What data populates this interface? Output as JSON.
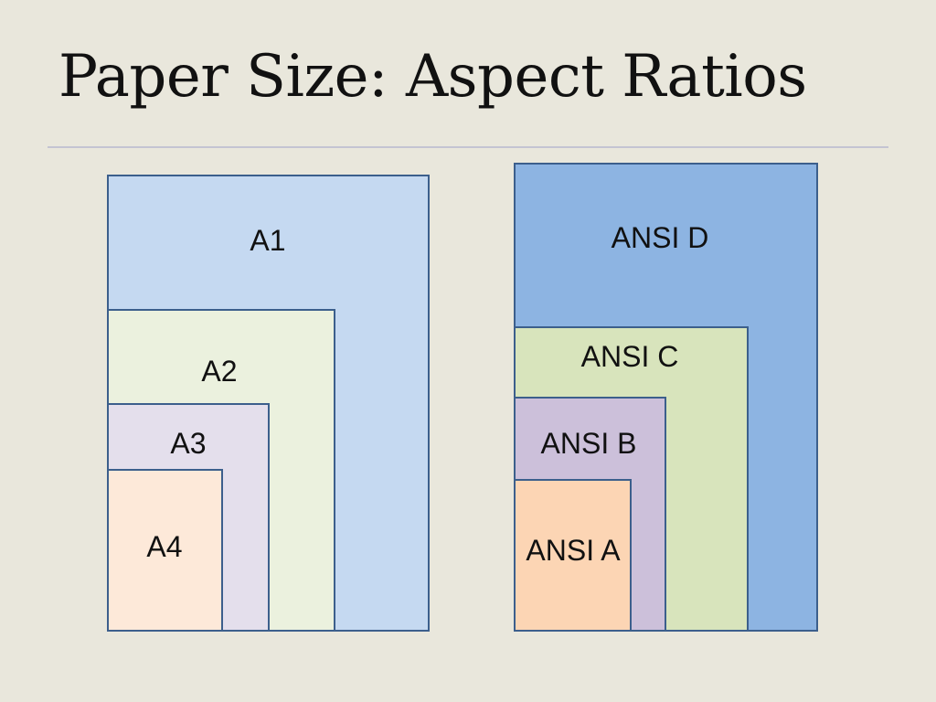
{
  "title": "Paper Size: Aspect Ratios",
  "iso_series": {
    "sheets": [
      {
        "label": "A1",
        "color": "#c5d9f1"
      },
      {
        "label": "A2",
        "color": "#ebf1de"
      },
      {
        "label": "A3",
        "color": "#e4dfec"
      },
      {
        "label": "A4",
        "color": "#fde9d9"
      }
    ]
  },
  "ansi_series": {
    "sheets": [
      {
        "label": "ANSI D",
        "color": "#8db4e2"
      },
      {
        "label": "ANSI C",
        "color": "#d8e4bc"
      },
      {
        "label": "ANSI B",
        "color": "#ccc0da"
      },
      {
        "label": "ANSI A",
        "color": "#fcd5b4"
      }
    ]
  }
}
